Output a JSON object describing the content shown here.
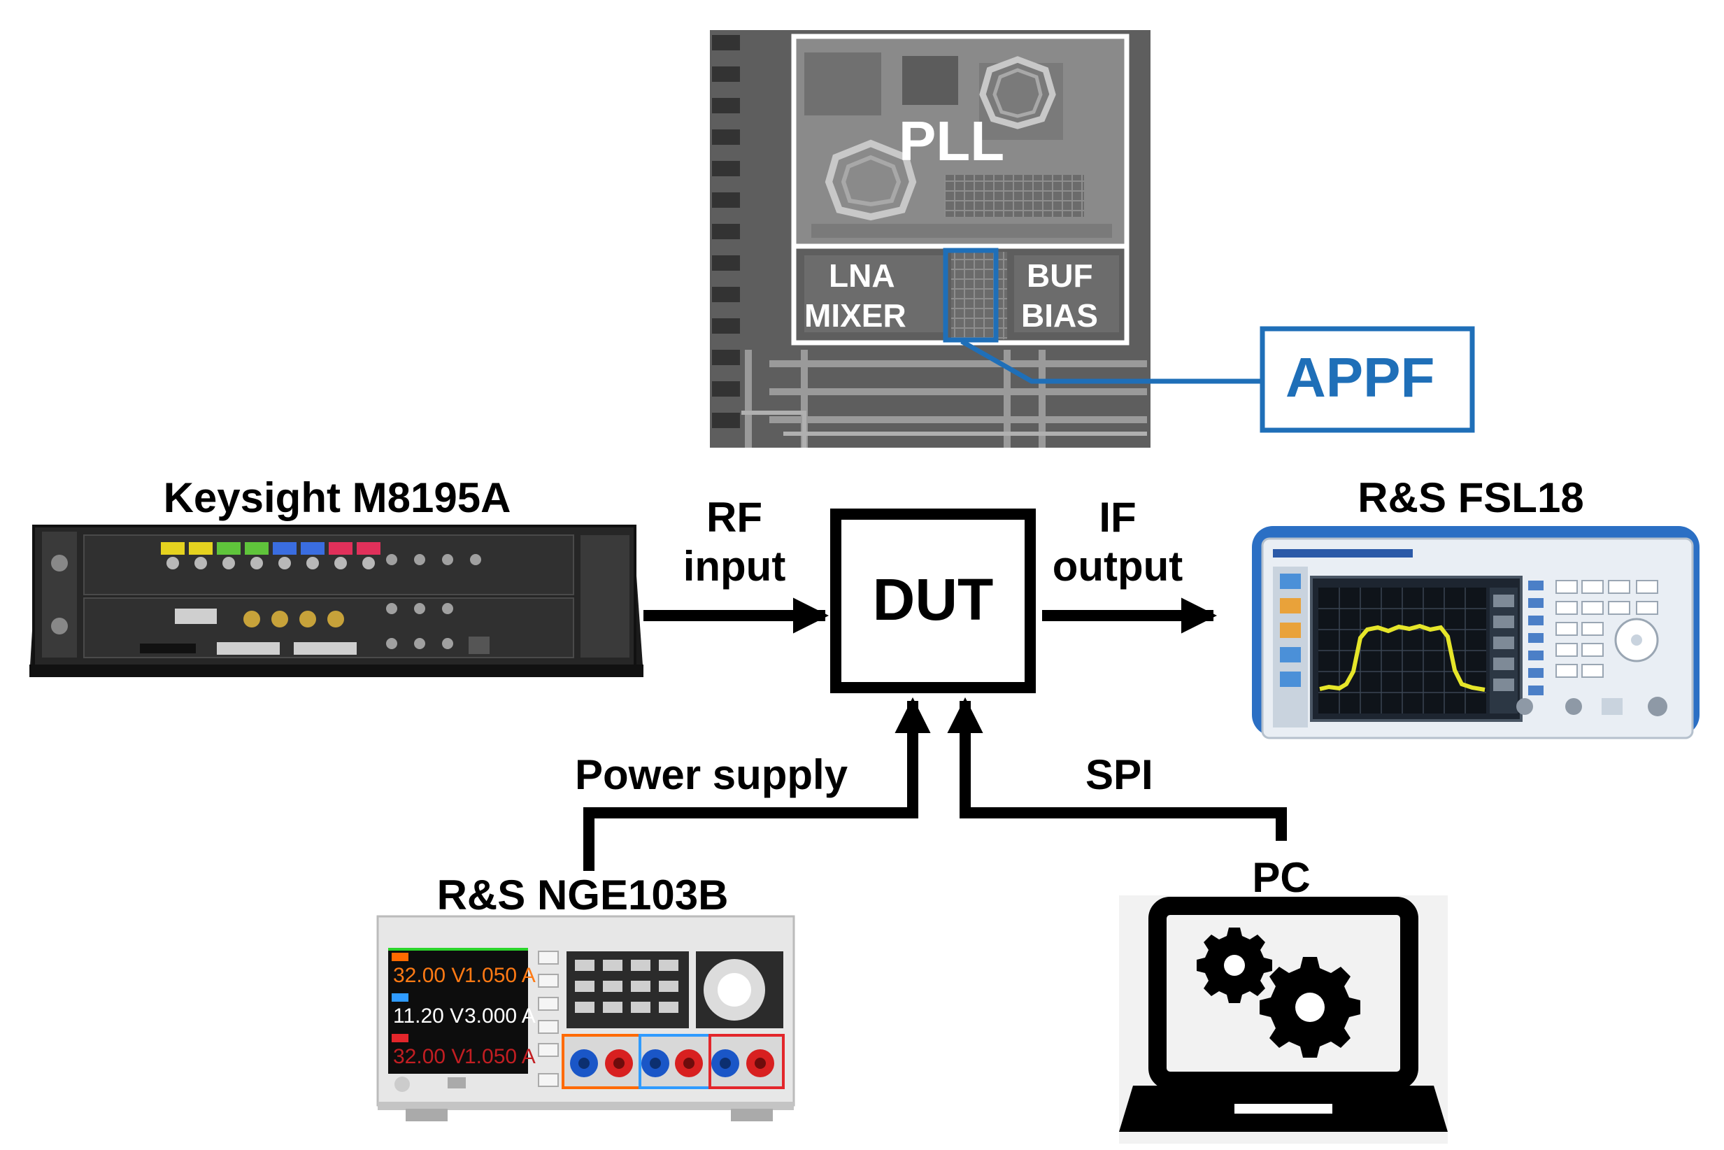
{
  "chip": {
    "pll": "PLL",
    "lna": "LNA",
    "mixer": "MIXER",
    "buf": "BUF",
    "bias": "BIAS",
    "appf": "APPF"
  },
  "instruments": {
    "awg": "Keysight M8195A",
    "analyzer": "R&S FSL18",
    "psu": "R&S NGE103B",
    "pc": "PC"
  },
  "signals": {
    "rf_line1": "RF",
    "rf_line2": "input",
    "if_line1": "IF",
    "if_line2": "output",
    "power": "Power supply",
    "spi": "SPI"
  },
  "dut": "DUT",
  "psu_screen": {
    "ch1_v": "32.00 V",
    "ch1_a": "1.050 A",
    "ch2_v": "11.20 V",
    "ch2_a": "3.000 A",
    "ch3_v": "32.00 V",
    "ch3_a": "1.050 A"
  },
  "colors": {
    "appf_blue": "#1f6fb8",
    "ch1": "#ff6a00",
    "ch2": "#2f9bff",
    "ch3": "#e3262b",
    "spectrum": "#e6e62a"
  }
}
